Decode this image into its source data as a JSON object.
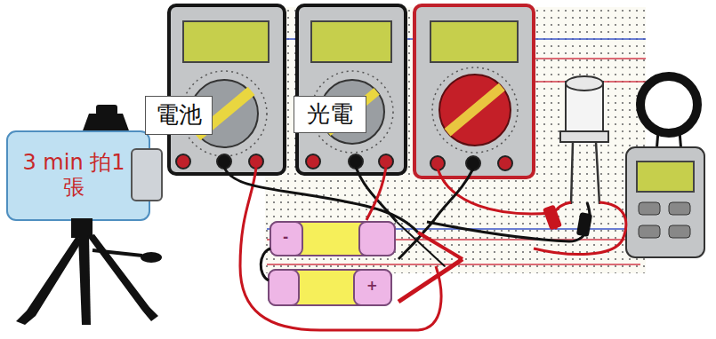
{
  "diagram": {
    "nodes": [
      {
        "text": [
          "3 min 拍1張"
        ]
      },
      {
        "text": [
          "電池"
        ]
      },
      {
        "text": [
          "光電"
        ]
      }
    ],
    "labels": [
      "-",
      "+"
    ]
  }
}
